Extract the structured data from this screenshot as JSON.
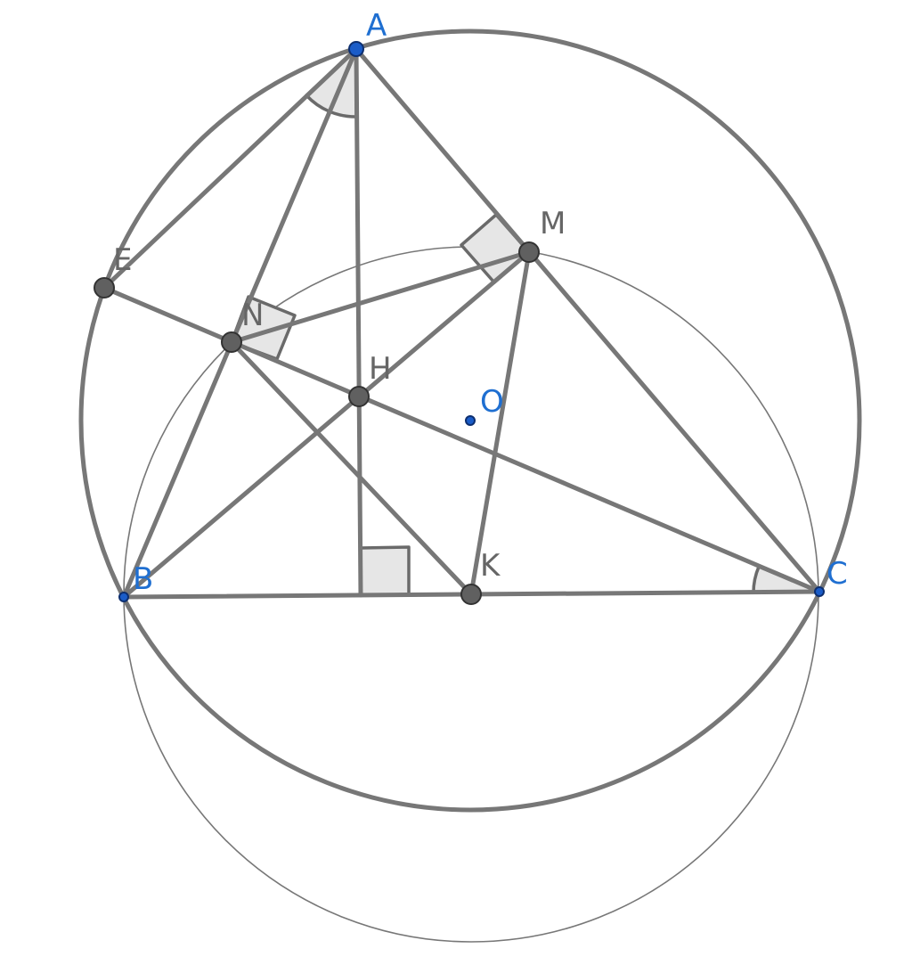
{
  "diagram": {
    "labels": {
      "A": "A",
      "B": "B",
      "C": "C",
      "M": "M",
      "N": "N",
      "E": "E",
      "H": "H",
      "K": "K",
      "O": "O"
    },
    "colors": {
      "line": "#777777",
      "angle_fill": "#e6e6e6",
      "point_gray": "#606060",
      "point_blue": "#1a5cc8",
      "label_gray": "#666666",
      "label_blue": "#1f6fd1"
    }
  }
}
